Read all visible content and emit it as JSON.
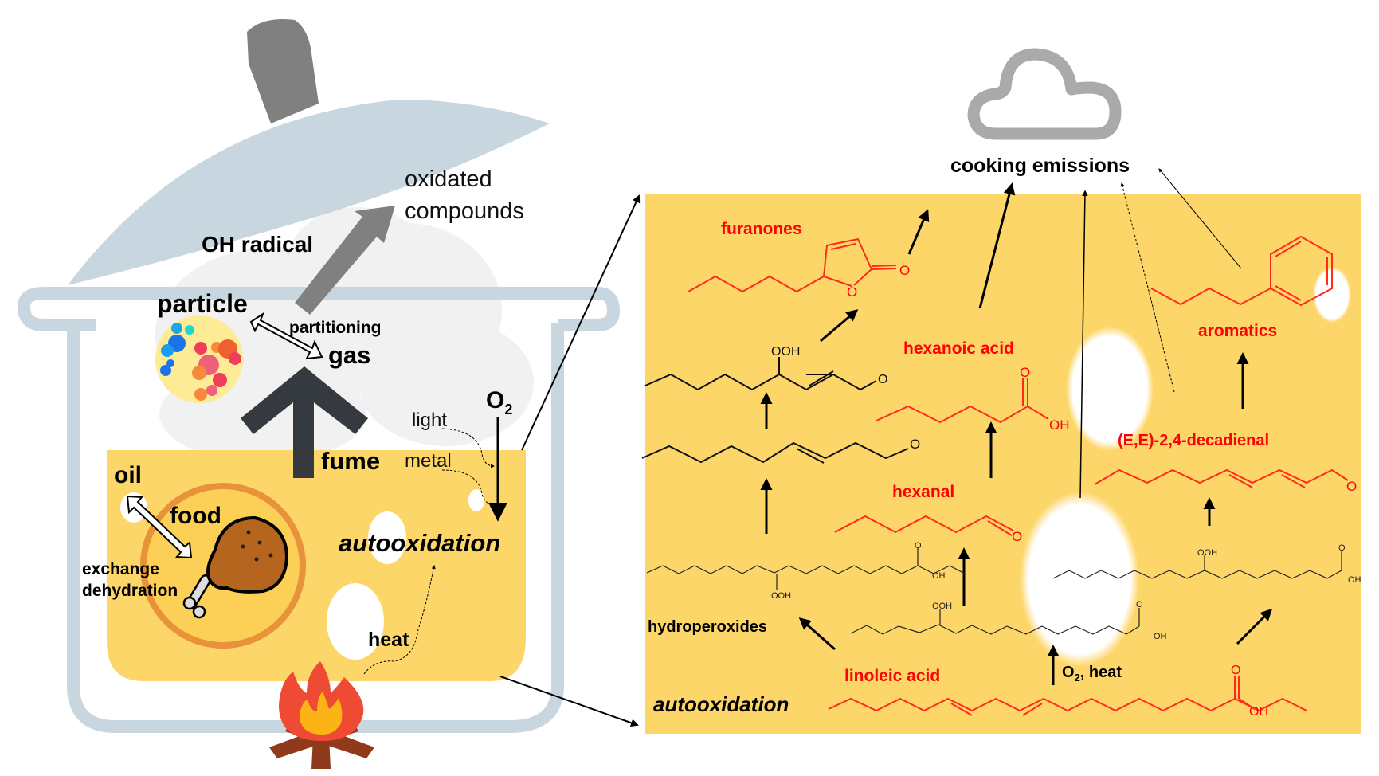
{
  "left_panel": {
    "oxidated_compounds": [
      "oxidated",
      "compounds"
    ],
    "oh_radical": "OH radical",
    "particle": "particle",
    "partitioning": "partitioning",
    "gas": "gas",
    "fume": "fume",
    "o2": "O",
    "o2_sub": "2",
    "light": "light",
    "metal": "metal",
    "oil": "oil",
    "food": "food",
    "exchange": "exchange",
    "dehydration": "dehydration",
    "autooxidation": "autooxidation",
    "heat": "heat"
  },
  "right_panel": {
    "cooking_emissions": "cooking emissions",
    "furanones": "furanones",
    "hexanoic_acid": "hexanoic acid",
    "aromatics": "aromatics",
    "decadienal": "(E,E)-2,4-decadienal",
    "hexanal": "hexanal",
    "hydroperoxides": "hydroperoxides",
    "linoleic_acid": "linoleic acid",
    "o2_heat": "O",
    "o2_heat_sub": "2",
    "o2_heat_rest": ", heat",
    "autooxidation": "autooxidation",
    "atoms": {
      "O": "O",
      "OH": "OH",
      "OOH": "OOH"
    }
  },
  "colors": {
    "oil": "#fdd66a",
    "pot": "#c8d6df",
    "handle": "#808080",
    "fume_arrow": "#343a40",
    "product_red": "#ff0000",
    "cloud": "#aaaaaa",
    "fire_outer": "#ef4a33",
    "fire_inner": "#fcb316",
    "wood": "#8f3b1b",
    "food": "#b5651d"
  }
}
